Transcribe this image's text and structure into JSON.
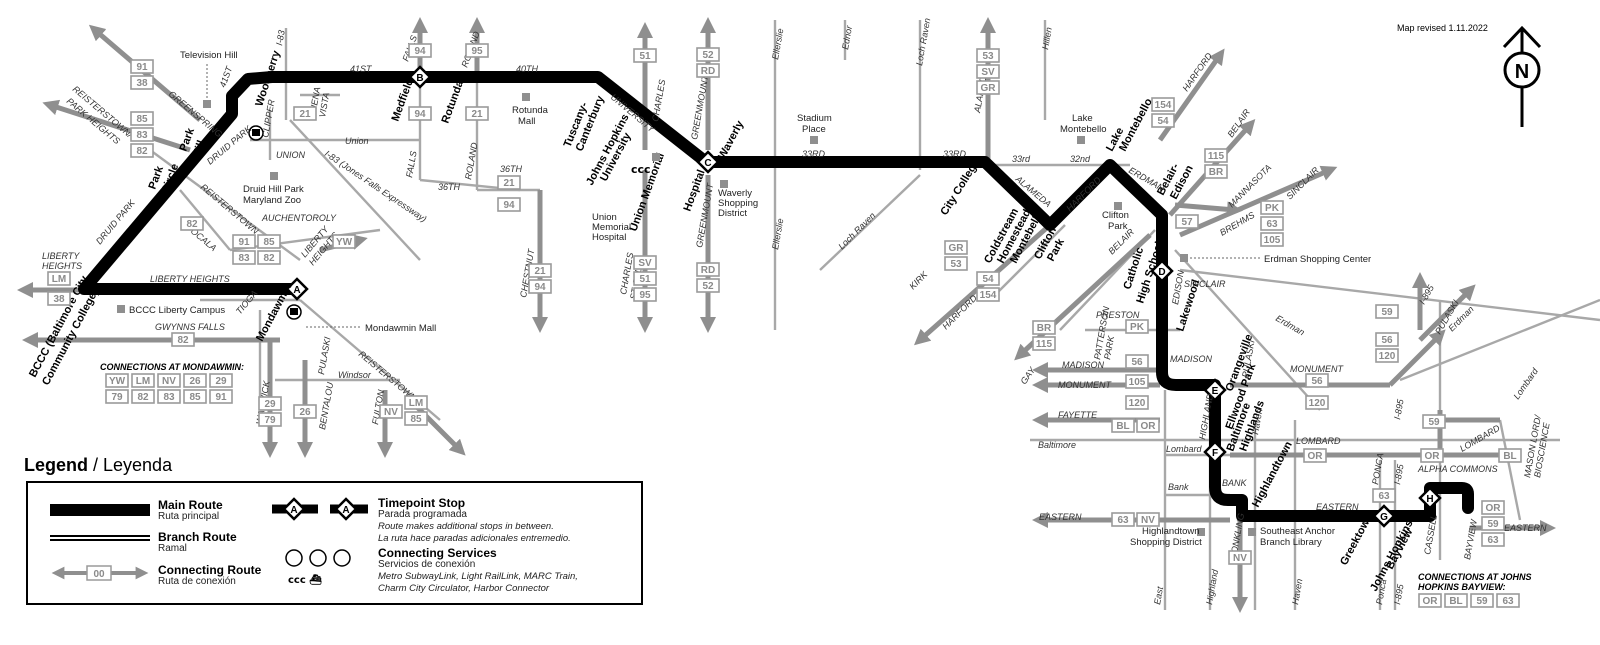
{
  "revised": "Map revised 1.11.2022",
  "north_label": "N",
  "legend": {
    "title_bold": "Legend",
    "title_rest": " / Leyenda",
    "main_route": {
      "en": "Main Route",
      "es": "Ruta principal"
    },
    "branch_route": {
      "en": "Branch Route",
      "es": "Ramal"
    },
    "connecting_route": {
      "en": "Connecting Route",
      "es": "Ruta de conexión",
      "sample_badge": "00"
    },
    "timepoint": {
      "en": "Timepoint Stop",
      "es": "Parada programada",
      "note1": "Route makes additional stops in between.",
      "note2": "La ruta hace paradas adicionales entremedio.",
      "sample": "A"
    },
    "connecting_services": {
      "en": "Connecting Services",
      "es": "Servicios de conexión",
      "note1": "Metro SubwayLink, Light RailLink, MARC Train,",
      "note2": "Charm City Circulator, Harbor Connector"
    }
  },
  "timepoints": [
    "A",
    "B",
    "C",
    "D",
    "E",
    "F",
    "G",
    "H"
  ],
  "stops": {
    "woodberry": "Woodberry",
    "medfield": "Medfield",
    "rotunda": "Rotunda",
    "tuscany1": "Tuscany-",
    "tuscany2": "Canterbury",
    "jhu1": "Johns Hopkins",
    "jhu2": "University",
    "waverly": "Waverly",
    "umh1": "Union Memorial",
    "umh2": "Hospital",
    "city_college": "City College",
    "coldstream1": "Coldstream",
    "coldstream2": "Homestead",
    "coldstream3": "Montebello",
    "clifton1": "Clifton",
    "clifton2": "Park",
    "lake1": "Lake",
    "lake2": "Montebello",
    "belair1": "Belair-",
    "belair2": "Edison",
    "catholic1": "Catholic",
    "catholic2": "High School",
    "lakewood": "Lakewood",
    "orangeville": "Orangeville",
    "ellwood": "Ellwood Park",
    "baltimore_h1": "Baltimore",
    "baltimore_h2": "Highlands",
    "highlandtown": "Highlandtown",
    "greektown": "Greektown",
    "jhbv1": "Johns Hopkins",
    "jhbv2": "Bayview",
    "park_hill1": "Park",
    "park_hill2": "Hill",
    "park_circle1": "Park",
    "park_circle2": "Circle",
    "mondawmin": "Mondawmin",
    "bccc1": "BCCC (Baltimore City",
    "bccc2": "Community College)"
  },
  "landmarks": {
    "tv_hill": "Television Hill",
    "druid1": "Druid Hill Park",
    "druid2": "Maryland Zoo",
    "rotunda_mall1": "Rotunda",
    "rotunda_mall2": "Mall",
    "stadium1": "Stadium",
    "stadium2": "Place",
    "waverly_sd1": "Waverly",
    "waverly_sd2": "Shopping",
    "waverly_sd3": "District",
    "umh_lm1": "Union",
    "umh_lm2": "Memorial",
    "umh_lm3": "Hospital",
    "lake_m1": "Lake",
    "lake_m2": "Montebello",
    "clifton_p1": "Clifton",
    "clifton_p2": "Park",
    "erdman_sc": "Erdman Shopping Center",
    "bccc_liberty": "BCCC Liberty Campus",
    "mondawmin_mall": "Mondawmin Mall",
    "hl_sd1": "Highlandtown",
    "hl_sd2": "Shopping District",
    "se_lib1": "Southeast Anchor",
    "se_lib2": "Branch Library"
  },
  "connections_mondawmin": {
    "title": "CONNECTIONS AT MONDAWMIN:",
    "row1": [
      "YW",
      "LM",
      "NV",
      "26",
      "29"
    ],
    "row2": [
      "79",
      "82",
      "83",
      "85",
      "91"
    ]
  },
  "connections_bayview": {
    "title1": "CONNECTIONS AT JOHNS",
    "title2": "HOPKINS BAYVIEW:",
    "row": [
      "OR",
      "BL",
      "59",
      "63"
    ]
  },
  "streets": {
    "s41st": "41ST",
    "s41st_b": "41ST",
    "s40th": "40TH",
    "falls": "FALLS",
    "falls_b": "FALLS",
    "roland": "ROLAND",
    "roland_b": "ROLAND",
    "i83": "I-83",
    "i83_exp": "I-83 (Jones Falls Expressway)",
    "union": "Union",
    "union_b": "UNION",
    "clipper": "CLIPPER",
    "buena1": "BUENA",
    "buena2": "VISTA",
    "s36th": "36TH",
    "s36th_b": "36TH",
    "chestnut": "CHESTNUT",
    "university": "UNIVERSITY",
    "charles": "CHARLES",
    "charles_sp1": "CHARLES",
    "charles_sp2": "ST. PAUL",
    "greenmount": "GREENMOUNT",
    "greenmount_b": "GREENMOUNT",
    "ellerslie": "Ellerslie",
    "ellerslie_b": "Ellerslie",
    "ednor": "Ednor",
    "loch_raven": "Loch Raven",
    "loch_raven_b": "Loch Raven",
    "hillen": "Hillen",
    "s33rd": "33RD",
    "s33rd_b": "33RD",
    "s33rd_c": "33rd",
    "s32nd": "32nd",
    "alameda": "ALAMEDA",
    "alameda_b": "ALAMEDA",
    "harford": "HARFORD",
    "harford_b": "HARFORD",
    "harford_c": "HARFORD",
    "kirk": "KIRK",
    "belair": "BELAIR",
    "belair_b": "BELAIR",
    "erdman": "ERDMAN",
    "erdman_b": "Erdman",
    "erdman_c": "Erdman",
    "mannasota": "MANNASOTA",
    "brehms": "BREHMS",
    "sinclair": "SINCLAIR",
    "sinclair_b": "SINCLAIR",
    "edison": "EDISON",
    "preston": "PRESTON",
    "patterson1": "PATTERSON",
    "patterson2": "PARK",
    "madison": "MADISON",
    "madison_b": "MADISON",
    "monument": "MONUMENT",
    "monument_b": "MONUMENT",
    "fayette": "FAYETTE",
    "baltimore": "Baltimore",
    "lombard": "Lombard",
    "lombard_b": "LOMBARD",
    "lombard_c": "LOMBARD",
    "lombard_d": "Lombard",
    "bank": "Bank",
    "bank_b": "BANK",
    "eastern": "EASTERN",
    "eastern_b": "EASTERN",
    "eastern_c": "EASTERN",
    "highland": "HIGHLAND",
    "highland_b": "Highland",
    "haven": "Haven",
    "haven_b": "Haven",
    "conkling": "CONKLING",
    "east": "East",
    "ponca": "PONCA",
    "ponca_b": "Ponca",
    "i895": "I-895",
    "i895_b": "I-895",
    "i895_c": "I-895",
    "i895_d": "I-895",
    "pulaski": "PULASKI",
    "pulaski_b": "PULASKI",
    "cassell": "CASSELL",
    "bayview": "BAYVIEW",
    "alpha": "ALPHA COMMONS",
    "mason1": "MASON LORD/",
    "mason2": "BIOSCIENCE",
    "gay": "GAY",
    "greenspring": "GREENSPRING",
    "reisters1": "REISTERSTOWN/",
    "reisters2": "PARK HEIGHTS",
    "druid_park": "DRUID PARK",
    "druid_park_b": "DRUID PARK",
    "reisterstown": "REISTERSTOWN",
    "reisterstown_b": "REISTERSTOWN",
    "ocala": "OCALA",
    "auchentoroly": "AUCHENTOROLY",
    "liberty_h": "LIBERTY HEIGHTS",
    "liberty_h1": "LIBERTY",
    "liberty_h2": "HEIGHTS",
    "liberty_h3": "LIBERTY",
    "liberty_h4": "HEIGHTS",
    "tioga": "TIOGA",
    "gwynns": "GWYNNS FALLS",
    "windsor": "Windsor",
    "warwick": "WARWICK",
    "bentalou": "BENTALOU",
    "fulton": "FULTON"
  },
  "badges": {
    "b91": "91",
    "b38": "38",
    "b85": "85",
    "b83": "83",
    "b82": "82",
    "b82b": "82",
    "b91b": "91",
    "b85b": "85",
    "b83b": "83",
    "b82c": "82",
    "bYW": "YW",
    "bLM": "LM",
    "b38b": "38",
    "b82d": "82",
    "b94": "94",
    "b94b": "94",
    "b95": "95",
    "b21": "21",
    "b21b": "21",
    "b21c": "21",
    "b94c": "94",
    "b21d": "21",
    "b94d": "94",
    "b51": "51",
    "bSV": "SV",
    "b51b": "51",
    "b95b": "95",
    "b52": "52",
    "bRD": "RD",
    "bRD2": "RD",
    "b52b": "52",
    "b53": "53",
    "bSV2": "SV",
    "bGR": "GR",
    "bGR2": "GR",
    "b53b": "53",
    "b54": "54",
    "b154": "154",
    "b154b": "154",
    "b54b": "54",
    "b115": "115",
    "bBR": "BR",
    "b57": "57",
    "bPK": "PK",
    "b63": "63",
    "b105": "105",
    "bBR2": "BR",
    "b115b": "115",
    "bPK2": "PK",
    "b56": "56",
    "b105b": "105",
    "b120": "120",
    "b56b": "56",
    "b120b": "120",
    "b59": "59",
    "b56c": "56",
    "b120c": "120",
    "b59b": "59",
    "bBL": "BL",
    "bOR": "OR",
    "bOR2": "OR",
    "bOR3": "OR",
    "bBL2": "BL",
    "b63b": "63",
    "b63c": "63",
    "bNV": "NV",
    "bNV2": "NV",
    "bOR4": "OR",
    "b59c": "59",
    "b63d": "63",
    "b29": "29",
    "b79": "79",
    "b26": "26",
    "bNV3": "NV",
    "bLM2": "LM",
    "b85c": "85"
  }
}
